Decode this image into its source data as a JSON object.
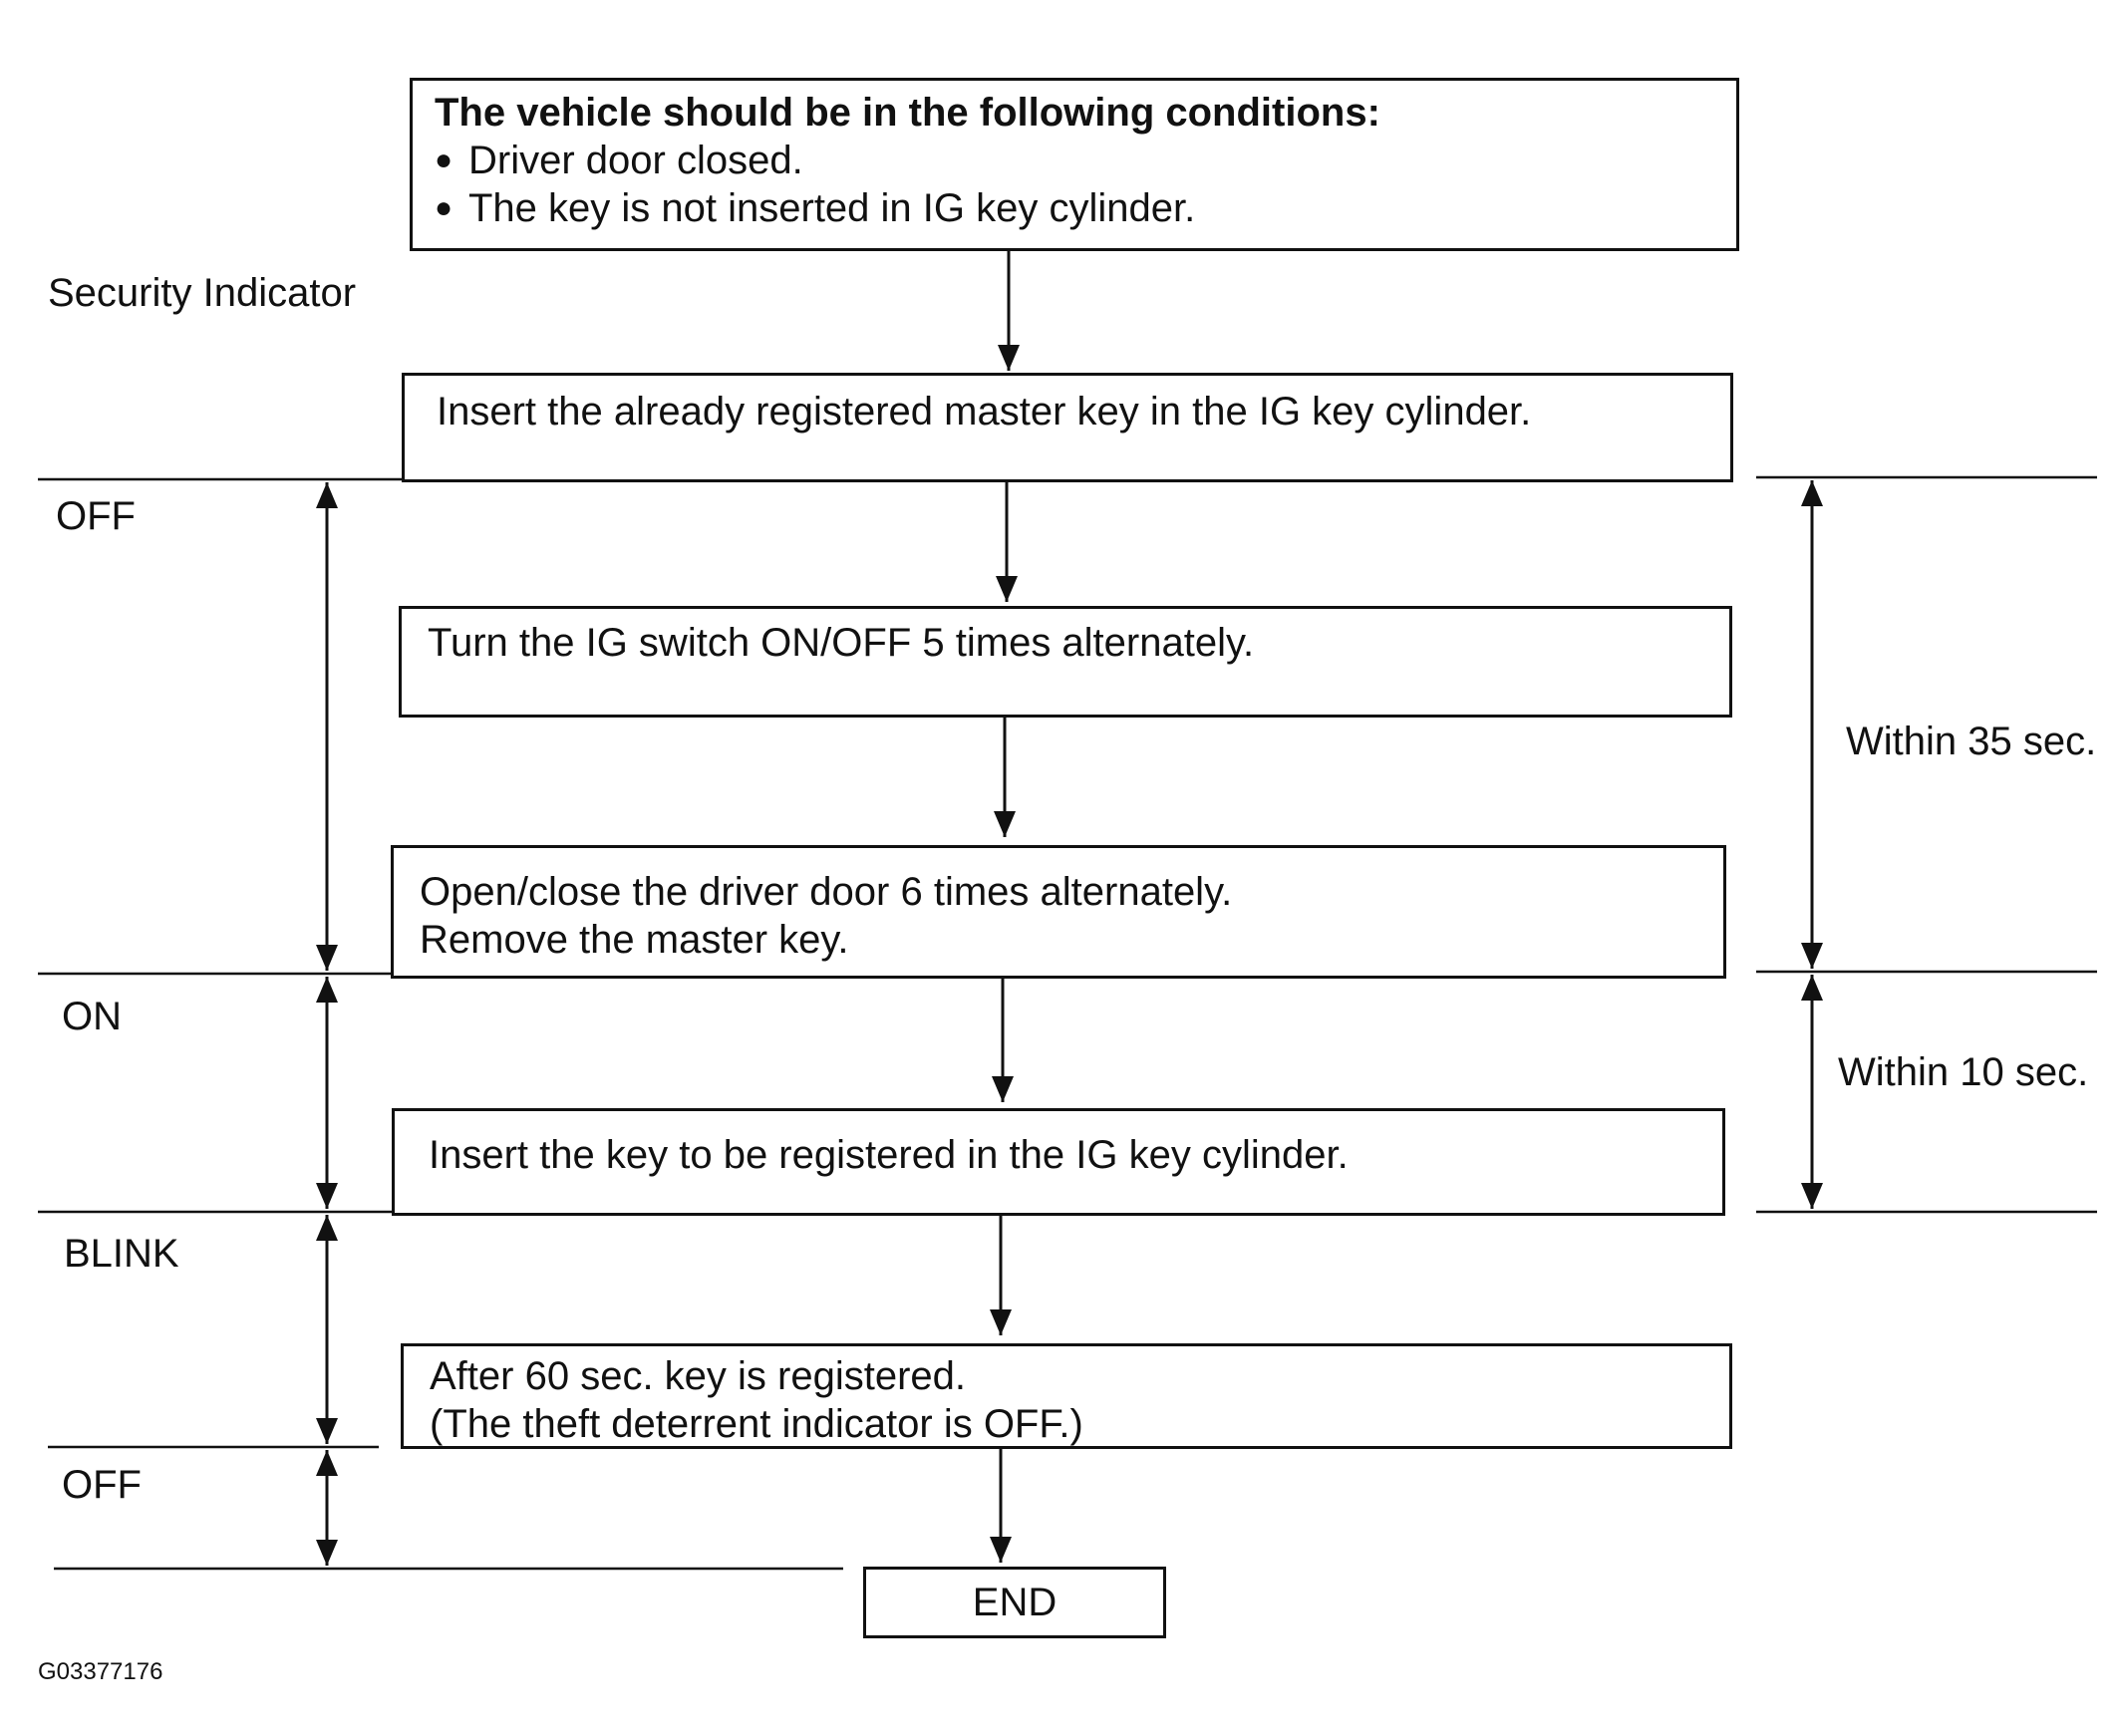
{
  "conditions": {
    "title": "The vehicle should be in the following conditions:",
    "items": [
      "Driver door closed.",
      "The key is not inserted in IG key cylinder."
    ]
  },
  "steps": [
    {
      "lines": [
        "Insert the already registered master key in the IG key cylinder."
      ]
    },
    {
      "lines": [
        "Turn the IG switch ON/OFF 5 times alternately."
      ]
    },
    {
      "lines": [
        "Open/close the driver door 6 times alternately.",
        "Remove the master key."
      ]
    },
    {
      "lines": [
        "Insert the key to be registered in the IG key cylinder."
      ]
    },
    {
      "lines": [
        "After 60 sec. key is registered.",
        "(The theft deterrent indicator is OFF.)"
      ]
    }
  ],
  "end_label": "END",
  "indicator": {
    "title": "Security Indicator",
    "states": [
      "OFF",
      "ON",
      "BLINK",
      "OFF"
    ]
  },
  "timing": [
    "Within 35 sec.",
    "Within 10 sec."
  ],
  "figure_id": "G03377176",
  "colors": {
    "line": "#111111",
    "background": "#ffffff"
  }
}
